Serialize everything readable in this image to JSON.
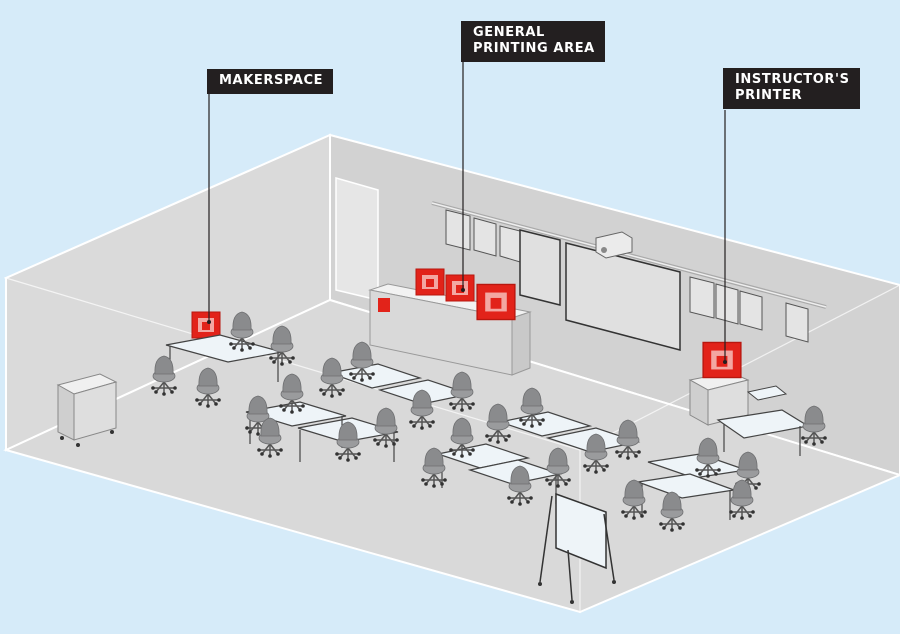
{
  "callouts": {
    "makerspace": "MAKERSPACE",
    "general_printing_area": "GENERAL\nPRINTING AREA",
    "instructors_printer": "INSTRUCTOR'S\nPRINTER"
  },
  "colors": {
    "background": "#d6ebf9",
    "floor": "#dcdcdc",
    "wall": "#d2d2d2",
    "printer_red": "#e2231a",
    "callout_bg": "#231f20",
    "callout_text": "#ffffff",
    "furniture_top": "#eef4f8",
    "chair": "#8e8f91"
  },
  "icons": [
    "3d-printer-icon",
    "chair-icon",
    "table-icon",
    "whiteboard-icon",
    "projector-icon",
    "cart-icon"
  ]
}
